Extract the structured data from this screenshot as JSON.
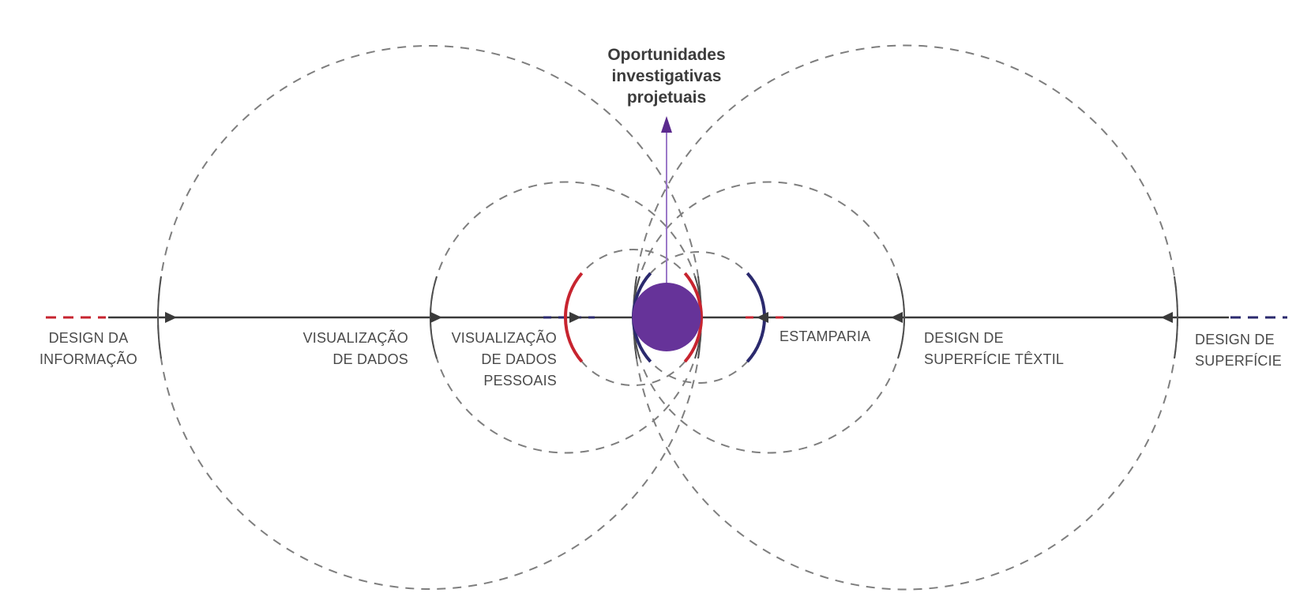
{
  "title": {
    "lines": [
      "Oportunidades",
      "investigativas",
      "projetuais"
    ]
  },
  "labels": [
    {
      "id": "design-da-informacao",
      "lines": [
        "DESIGN DA",
        "INFORMAÇÃO"
      ]
    },
    {
      "id": "visualizacao-de-dados",
      "lines": [
        "VISUALIZAÇÃO",
        "DE DADOS"
      ]
    },
    {
      "id": "visualizacao-de-dados-pessoais",
      "lines": [
        "VISUALIZAÇÃO",
        "DE DADOS",
        "PESSOAIS"
      ]
    },
    {
      "id": "estamparia",
      "lines": [
        "ESTAMPARIA"
      ]
    },
    {
      "id": "design-de-superficie-textil",
      "lines": [
        "DESIGN DE",
        "SUPERFÍCIE TÊXTIL"
      ]
    },
    {
      "id": "design-de-superficie",
      "lines": [
        "DESIGN DE",
        "SUPERFÍCIE"
      ]
    }
  ],
  "colors": {
    "purple": "#663399",
    "arrow-purple-line": "#9b79c8",
    "arrow-purple-head": "#5b2a8e",
    "red": "#c7242f",
    "navy": "#2b2a6e",
    "axis": "#3a3a3a",
    "dashed-gray": "#7e7e7e",
    "solid-gray": "#4f4f4f",
    "title-text": "#3c3c3c",
    "label-text": "#4a4a4a"
  }
}
